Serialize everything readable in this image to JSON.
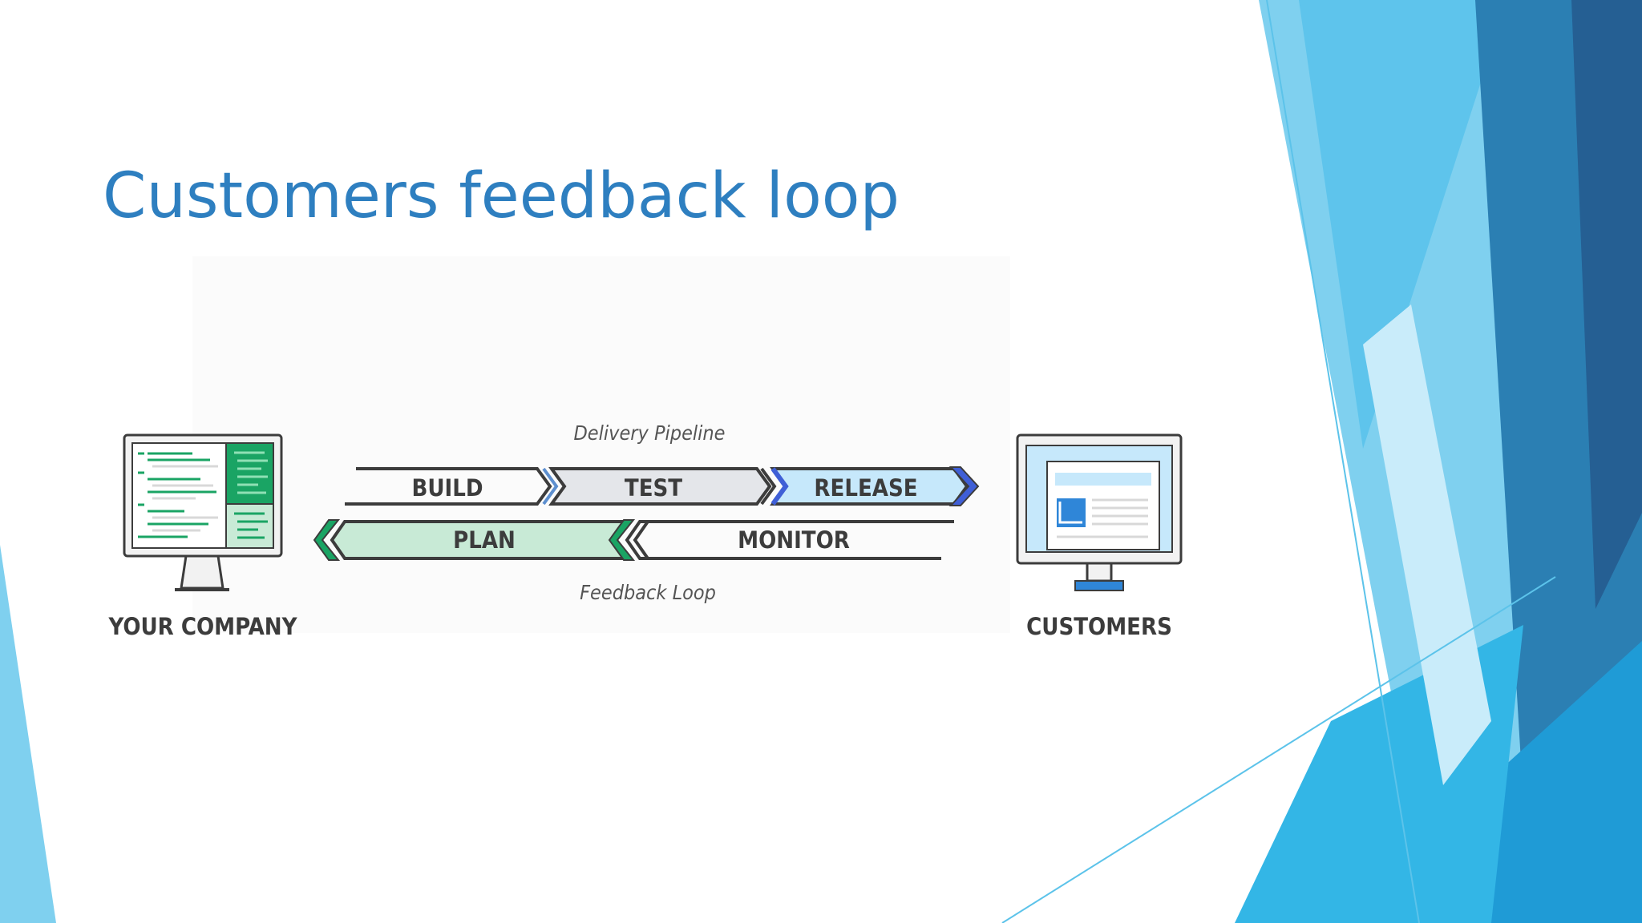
{
  "slide": {
    "title": "Customers feedback loop"
  },
  "diagram": {
    "pipeline_label": "Delivery Pipeline",
    "feedback_label": "Feedback Loop",
    "left_caption": "YOUR COMPANY",
    "right_caption": "CUSTOMERS",
    "stages": {
      "build": "BUILD",
      "test": "TEST",
      "release": "RELEASE",
      "plan": "PLAN",
      "monitor": "MONITOR"
    }
  },
  "colors": {
    "title": "#2e7fc0",
    "release_fill": "#c6e8fb",
    "release_accent": "#3f5fd6",
    "plan_fill": "#c8ead6",
    "plan_accent": "#1aa464",
    "test_fill": "#e4e6ea",
    "outline": "#3c3c3c",
    "decoration_light": "#7fd0ef",
    "decoration_mid": "#2fb2e4",
    "decoration_dark": "#2a6da3"
  }
}
